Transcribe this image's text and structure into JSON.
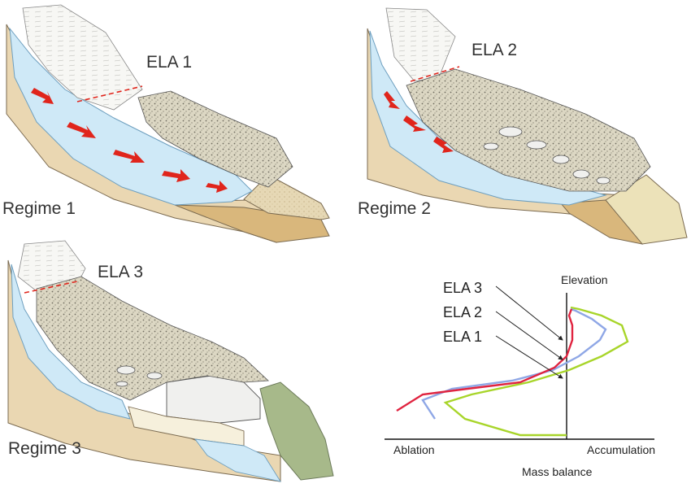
{
  "panels": [
    {
      "ela_label": "ELA 1",
      "regime_label": "Regime 1"
    },
    {
      "ela_label": "ELA 2",
      "regime_label": "Regime 2"
    },
    {
      "ela_label": "ELA 3",
      "regime_label": "Regime 3"
    }
  ],
  "colors": {
    "ice": "#cfe9f7",
    "ice_edge": "#8fc1de",
    "debris": "#d9d4bf",
    "debris_dark": "#8b8676",
    "bedrock": "#e8d3ad",
    "sediment": "#d9b77c",
    "moraine_green": "#a7b98a",
    "arrow_red": "#e0251c",
    "ela_dashed": "#e0251c",
    "lake": "#f0f0ee"
  },
  "chart": {
    "elevation_label": "Elevation",
    "ablation_label": "Ablation",
    "accumulation_label": "Accumulation",
    "mass_balance_label": "Mass balance",
    "ela_labels": [
      "ELA 3",
      "ELA 2",
      "ELA 1"
    ]
  },
  "chart_data": {
    "type": "line",
    "xlabel": "Mass balance",
    "ylabel": "Elevation",
    "series": [
      {
        "label": "ELA 1",
        "color": "#a8d52a"
      },
      {
        "label": "ELA 2",
        "color": "#8fa7e6"
      },
      {
        "label": "ELA 3",
        "color": "#e02440"
      }
    ]
  }
}
